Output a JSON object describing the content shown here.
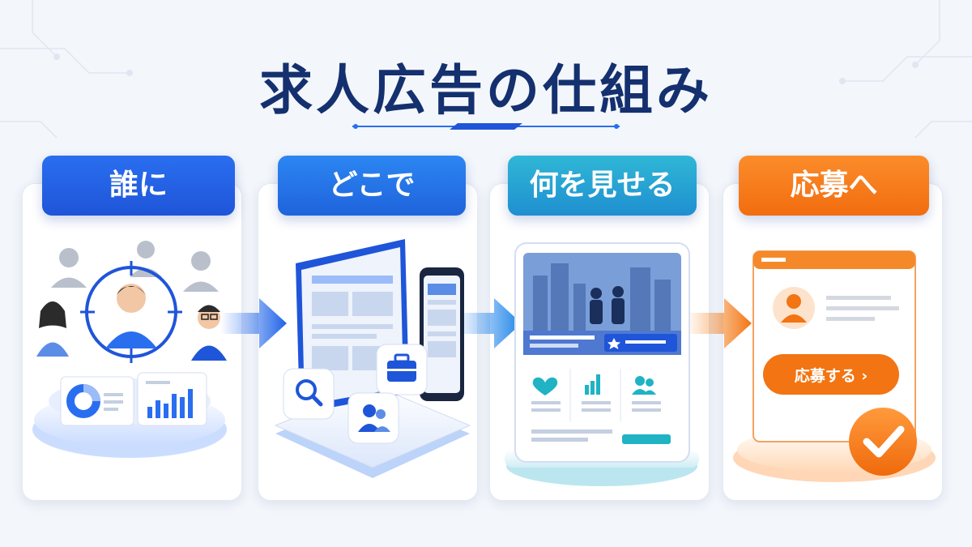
{
  "title": "求人広告の仕組み",
  "steps": [
    {
      "label": "誰に"
    },
    {
      "label": "どこで"
    },
    {
      "label": "何を見せる"
    },
    {
      "label": "応募へ"
    }
  ],
  "apply_button_label": "応募する ›",
  "colors": {
    "title": "#14306e",
    "blue": "#1f55d8",
    "cyan": "#1f8fd0",
    "orange": "#f26d0f"
  },
  "icons": [
    "person-icon",
    "target-icon",
    "donut-chart-icon",
    "bar-chart-icon",
    "search-icon",
    "briefcase-icon",
    "users-icon",
    "heart-icon",
    "star-icon",
    "arrow-right-icon",
    "check-icon"
  ]
}
